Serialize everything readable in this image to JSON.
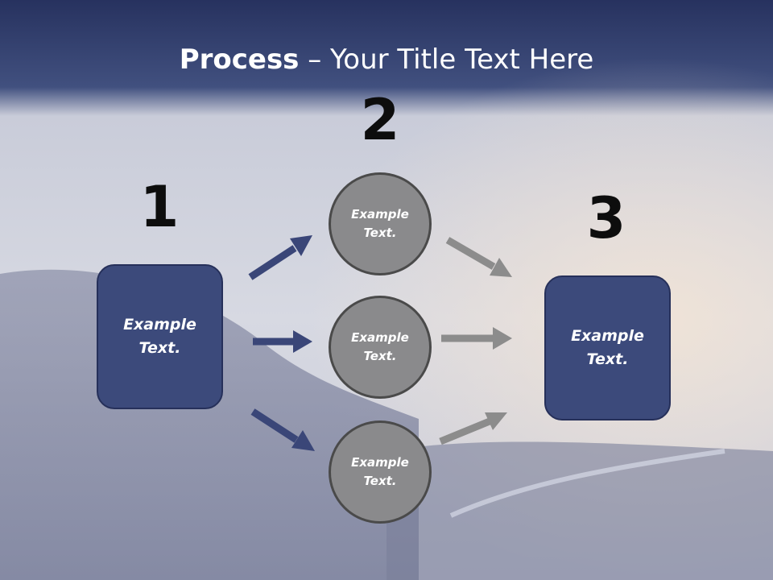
{
  "header": {
    "title_bold": "Process",
    "title_rest": " – Your Title Text Here"
  },
  "steps": {
    "step1": {
      "number": "1",
      "label": "Example\nText."
    },
    "step2": {
      "number": "2"
    },
    "step3": {
      "number": "3",
      "label": "Example\nText."
    }
  },
  "circles": [
    {
      "label": "Example\nText."
    },
    {
      "label": "Example\nText."
    },
    {
      "label": "Example\nText."
    }
  ],
  "colors": {
    "box_fill": "#3c4a7b",
    "circle_fill": "#8a8a8c",
    "arrow_blue": "#3a4678",
    "arrow_gray": "#8c8c8c"
  }
}
